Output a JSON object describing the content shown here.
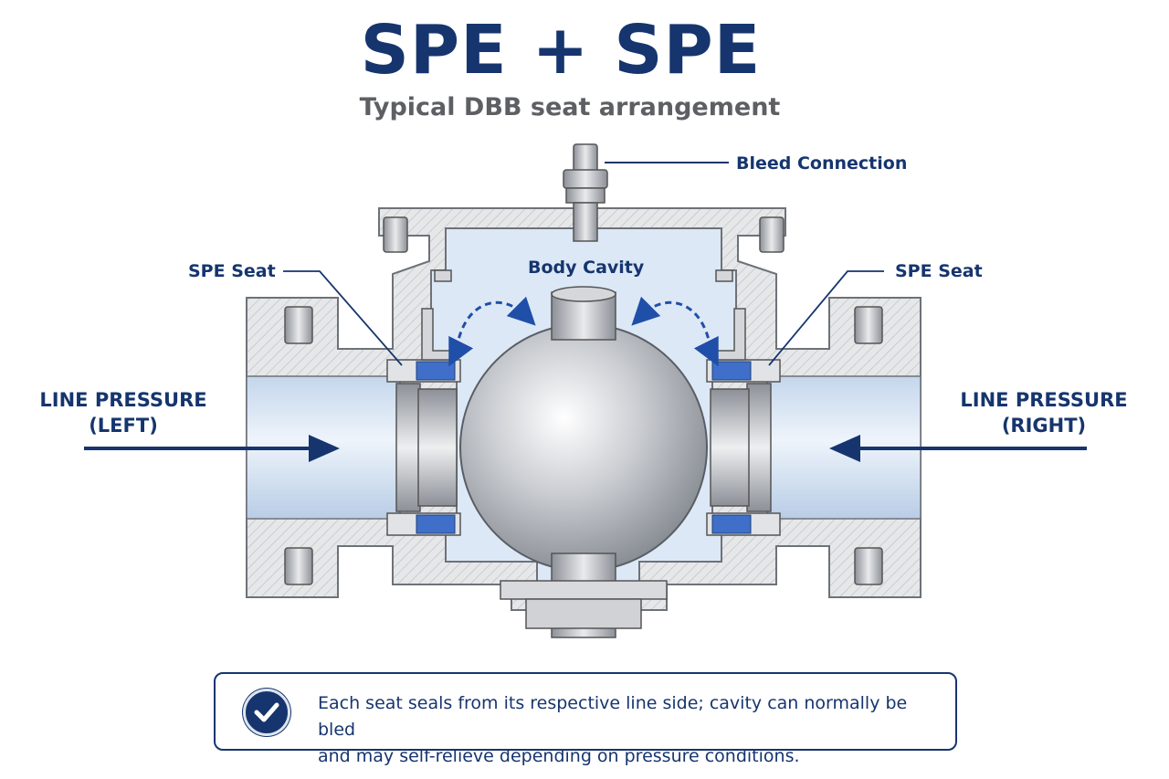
{
  "header": {
    "title": "SPE + SPE",
    "subtitle": "Typical DBB seat arrangement"
  },
  "labels": {
    "bleed": "Bleed Connection",
    "seat_left": "SPE Seat",
    "seat_right": "SPE Seat",
    "cavity": "Body Cavity",
    "line_left_1": "LINE PRESSURE",
    "line_left_2": "(LEFT)",
    "line_right_1": "LINE PRESSURE",
    "line_right_2": "(RIGHT)"
  },
  "note": {
    "line1": "Each seat seals from its respective line side; cavity can normally be bled",
    "line2": "and may self-relieve depending on pressure conditions."
  },
  "colors": {
    "navy": "#16356e",
    "seat_blue": "#3f6fc9",
    "steel_hatch": "#d9dbde",
    "cavity": "#dce8f6"
  },
  "icons": {
    "note_icon": "check-circle-icon"
  }
}
